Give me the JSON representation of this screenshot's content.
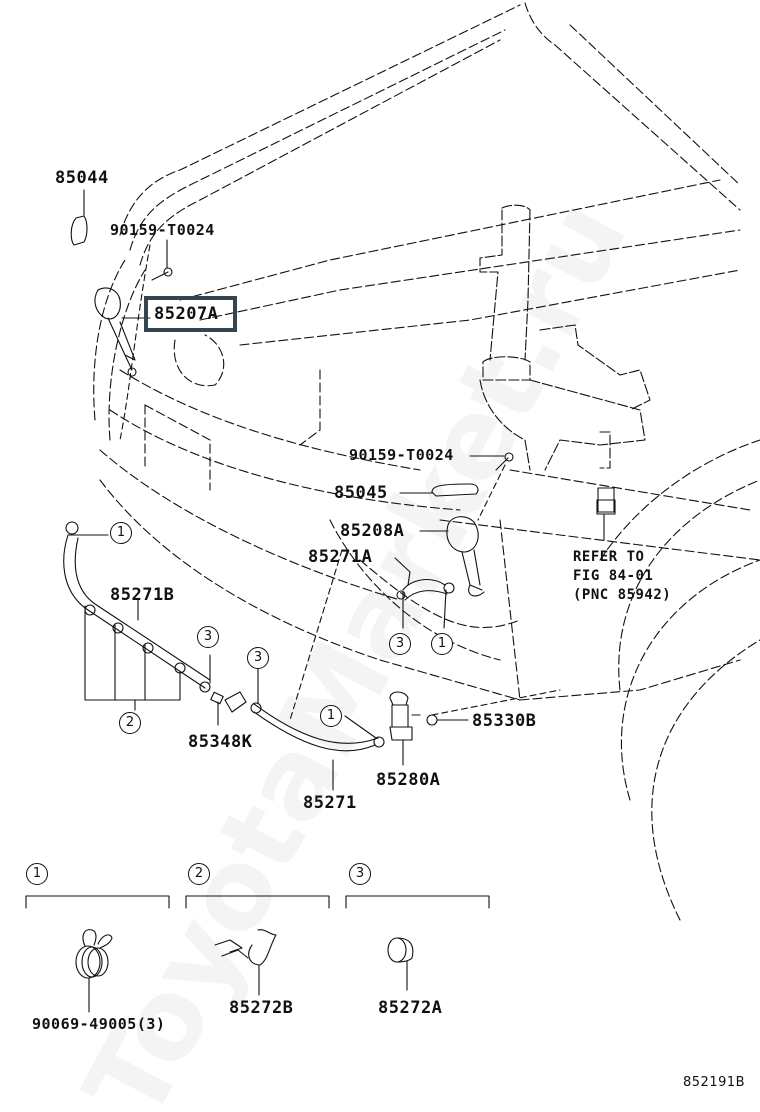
{
  "diagram": {
    "type": "exploded parts diagram",
    "subject": "headlamp cleaner / washer system",
    "figure_code": "852191B",
    "watermark": "ToyotaMarket.ru"
  },
  "highlight": {
    "part": "85207A",
    "color": "#34454f"
  },
  "parts": [
    {
      "id": "p85044",
      "number": "85044"
    },
    {
      "id": "p90159a",
      "number": "90159-T0024"
    },
    {
      "id": "p85207a",
      "number": "85207A"
    },
    {
      "id": "p90159b",
      "number": "90159-T0024"
    },
    {
      "id": "p85045",
      "number": "85045"
    },
    {
      "id": "p85208a",
      "number": "85208A"
    },
    {
      "id": "p85271a",
      "number": "85271A"
    },
    {
      "id": "p85271b",
      "number": "85271B"
    },
    {
      "id": "p85348k",
      "number": "85348K"
    },
    {
      "id": "p85271",
      "number": "85271"
    },
    {
      "id": "p85280a",
      "number": "85280A"
    },
    {
      "id": "p85330b",
      "number": "85330B"
    }
  ],
  "reference_note": "REFER TO\nFIG 84-01\n(PNC 85942)",
  "callouts": [
    "1",
    "2",
    "3"
  ],
  "legend": [
    {
      "callout": "1",
      "part": "90069-49005(3)"
    },
    {
      "callout": "2",
      "part": "85272B"
    },
    {
      "callout": "3",
      "part": "85272A"
    }
  ]
}
